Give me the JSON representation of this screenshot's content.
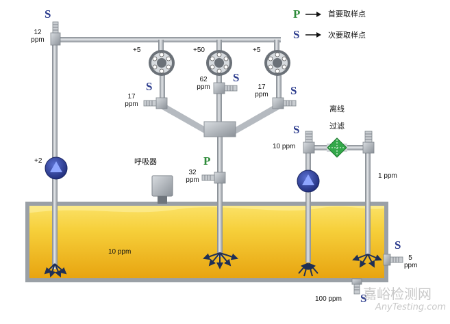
{
  "legend": {
    "primary_symbol": "P",
    "primary_label": "首要取样点",
    "secondary_symbol": "S",
    "secondary_label": "次要取样点"
  },
  "sample_points": [
    {
      "id": "s-top-left",
      "symbol": "S",
      "type": "secondary",
      "reading": "12\nppm"
    },
    {
      "id": "s-left-branch",
      "symbol": "S",
      "type": "secondary",
      "reading": "17\nppm"
    },
    {
      "id": "s-center-branch",
      "symbol": "S",
      "type": "secondary",
      "reading": "62\nppm"
    },
    {
      "id": "s-right-branch",
      "symbol": "S",
      "type": "secondary",
      "reading": "17\nppm"
    },
    {
      "id": "p-main-return",
      "symbol": "P",
      "type": "primary",
      "reading": "32\nppm"
    },
    {
      "id": "s-filter-in",
      "symbol": "S",
      "type": "secondary",
      "reading": "10 ppm"
    },
    {
      "id": "s-tank-side",
      "symbol": "S",
      "type": "secondary",
      "reading": "5\nppm"
    },
    {
      "id": "s-tank-bottom",
      "symbol": "S",
      "type": "secondary",
      "reading": "100 ppm"
    }
  ],
  "components": {
    "bearings": [
      {
        "label": "+5"
      },
      {
        "label": "+50"
      },
      {
        "label": "+5"
      }
    ],
    "pump_left_label": "+2",
    "breather_label": "呼吸器",
    "offline_filter_label": [
      "离线",
      "过滤"
    ],
    "filter_out_reading": "1 ppm",
    "tank_reading": "10 ppm"
  },
  "watermark": {
    "cn": "嘉峪检测网",
    "en": "AnyTesting.com"
  },
  "colors": {
    "pipe": "#a9adb3",
    "tank_frame": "#9aa0a6",
    "oil_top": "#f7d64a",
    "oil_bottom": "#e9a410",
    "pump_blue": "#2d3f9a",
    "filter_green": "#33a84a",
    "arrow": "#1f2f55"
  }
}
